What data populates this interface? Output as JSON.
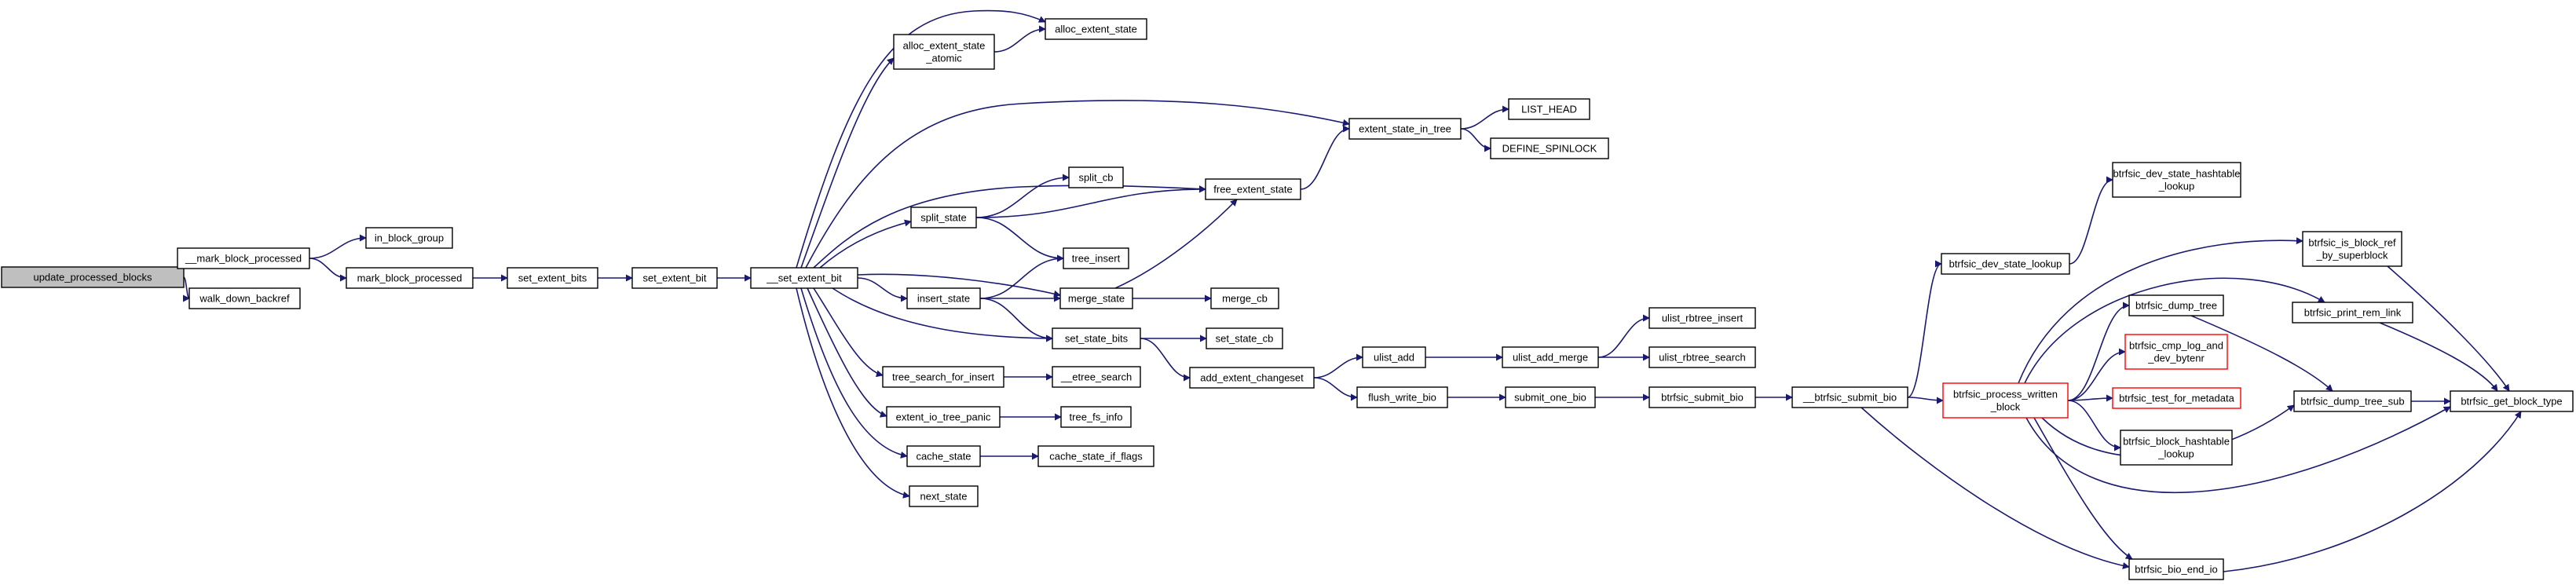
{
  "colors": {
    "edge": "#191970",
    "root_fill": "#bfbfbf",
    "red_border": "#ff0000"
  },
  "nodes": {
    "update_processed_blocks": {
      "lines": [
        "update_processed_blocks"
      ]
    },
    "__mark_block_processed": {
      "lines": [
        "__mark_block_processed"
      ]
    },
    "walk_down_backref": {
      "lines": [
        "walk_down_backref"
      ]
    },
    "in_block_group": {
      "lines": [
        "in_block_group"
      ]
    },
    "mark_block_processed": {
      "lines": [
        "mark_block_processed"
      ]
    },
    "set_extent_bits": {
      "lines": [
        "set_extent_bits"
      ]
    },
    "set_extent_bit": {
      "lines": [
        "set_extent_bit"
      ]
    },
    "__set_extent_bit": {
      "lines": [
        "__set_extent_bit"
      ]
    },
    "alloc_extent_state_atomic": {
      "lines": [
        "alloc_extent_state",
        "_atomic"
      ]
    },
    "alloc_extent_state": {
      "lines": [
        "alloc_extent_state"
      ]
    },
    "extent_state_in_tree": {
      "lines": [
        "extent_state_in_tree"
      ]
    },
    "LIST_HEAD": {
      "lines": [
        "LIST_HEAD"
      ]
    },
    "DEFINE_SPINLOCK": {
      "lines": [
        "DEFINE_SPINLOCK"
      ]
    },
    "split_cb": {
      "lines": [
        "split_cb"
      ]
    },
    "split_state": {
      "lines": [
        "split_state"
      ]
    },
    "free_extent_state": {
      "lines": [
        "free_extent_state"
      ]
    },
    "tree_insert": {
      "lines": [
        "tree_insert"
      ]
    },
    "insert_state": {
      "lines": [
        "insert_state"
      ]
    },
    "merge_state": {
      "lines": [
        "merge_state"
      ]
    },
    "merge_cb": {
      "lines": [
        "merge_cb"
      ]
    },
    "set_state_bits": {
      "lines": [
        "set_state_bits"
      ]
    },
    "set_state_cb": {
      "lines": [
        "set_state_cb"
      ]
    },
    "tree_search_for_insert": {
      "lines": [
        "tree_search_for_insert"
      ]
    },
    "__etree_search": {
      "lines": [
        "__etree_search"
      ]
    },
    "extent_io_tree_panic": {
      "lines": [
        "extent_io_tree_panic"
      ]
    },
    "tree_fs_info": {
      "lines": [
        "tree_fs_info"
      ]
    },
    "cache_state": {
      "lines": [
        "cache_state"
      ]
    },
    "cache_state_if_flags": {
      "lines": [
        "cache_state_if_flags"
      ]
    },
    "next_state": {
      "lines": [
        "next_state"
      ]
    },
    "add_extent_changeset": {
      "lines": [
        "add_extent_changeset"
      ]
    },
    "ulist_add": {
      "lines": [
        "ulist_add"
      ]
    },
    "ulist_add_merge": {
      "lines": [
        "ulist_add_merge"
      ]
    },
    "ulist_rbtree_insert": {
      "lines": [
        "ulist_rbtree_insert"
      ]
    },
    "ulist_rbtree_search": {
      "lines": [
        "ulist_rbtree_search"
      ]
    },
    "flush_write_bio": {
      "lines": [
        "flush_write_bio"
      ]
    },
    "submit_one_bio": {
      "lines": [
        "submit_one_bio"
      ]
    },
    "btrfsic_submit_bio": {
      "lines": [
        "btrfsic_submit_bio"
      ]
    },
    "__btrfsic_submit_bio": {
      "lines": [
        "__btrfsic_submit_bio"
      ]
    },
    "btrfsic_dev_state_lookup": {
      "lines": [
        "btrfsic_dev_state_lookup"
      ]
    },
    "btrfsic_dev_state_hashtable_lookup": {
      "lines": [
        "btrfsic_dev_state_hashtable",
        "_lookup"
      ]
    },
    "btrfsic_process_written_block": {
      "lines": [
        "btrfsic_process_written",
        "_block"
      ]
    },
    "btrfsic_is_block_ref_by_superblock": {
      "lines": [
        "btrfsic_is_block_ref",
        "_by_superblock"
      ]
    },
    "btrfsic_dump_tree": {
      "lines": [
        "btrfsic_dump_tree"
      ]
    },
    "btrfsic_print_rem_link": {
      "lines": [
        "btrfsic_print_rem_link"
      ]
    },
    "btrfsic_cmp_log_and_dev_bytenr": {
      "lines": [
        "btrfsic_cmp_log_and",
        "_dev_bytenr"
      ]
    },
    "btrfsic_test_for_metadata": {
      "lines": [
        "btrfsic_test_for_metadata"
      ]
    },
    "btrfsic_dump_tree_sub": {
      "lines": [
        "btrfsic_dump_tree_sub"
      ]
    },
    "btrfsic_get_block_type": {
      "lines": [
        "btrfsic_get_block_type"
      ]
    },
    "btrfsic_block_hashtable_lookup": {
      "lines": [
        "btrfsic_block_hashtable",
        "_lookup"
      ]
    },
    "btrfsic_bio_end_io": {
      "lines": [
        "btrfsic_bio_end_io"
      ]
    }
  },
  "edges": [
    [
      "update_processed_blocks",
      "__mark_block_processed"
    ],
    [
      "update_processed_blocks",
      "walk_down_backref"
    ],
    [
      "__mark_block_processed",
      "in_block_group"
    ],
    [
      "__mark_block_processed",
      "mark_block_processed"
    ],
    [
      "mark_block_processed",
      "set_extent_bits"
    ],
    [
      "set_extent_bits",
      "set_extent_bit"
    ],
    [
      "set_extent_bit",
      "__set_extent_bit"
    ],
    [
      "__set_extent_bit",
      "alloc_extent_state_atomic"
    ],
    [
      "__set_extent_bit",
      "alloc_extent_state"
    ],
    [
      "__set_extent_bit",
      "extent_state_in_tree"
    ],
    [
      "__set_extent_bit",
      "free_extent_state"
    ],
    [
      "__set_extent_bit",
      "split_state"
    ],
    [
      "__set_extent_bit",
      "insert_state"
    ],
    [
      "__set_extent_bit",
      "merge_state"
    ],
    [
      "__set_extent_bit",
      "set_state_bits"
    ],
    [
      "__set_extent_bit",
      "tree_search_for_insert"
    ],
    [
      "__set_extent_bit",
      "extent_io_tree_panic"
    ],
    [
      "__set_extent_bit",
      "cache_state"
    ],
    [
      "__set_extent_bit",
      "next_state"
    ],
    [
      "alloc_extent_state_atomic",
      "alloc_extent_state"
    ],
    [
      "extent_state_in_tree",
      "LIST_HEAD"
    ],
    [
      "extent_state_in_tree",
      "DEFINE_SPINLOCK"
    ],
    [
      "free_extent_state",
      "extent_state_in_tree"
    ],
    [
      "split_state",
      "split_cb"
    ],
    [
      "split_state",
      "free_extent_state"
    ],
    [
      "split_state",
      "tree_insert"
    ],
    [
      "insert_state",
      "tree_insert"
    ],
    [
      "insert_state",
      "merge_state"
    ],
    [
      "insert_state",
      "set_state_bits"
    ],
    [
      "merge_state",
      "free_extent_state"
    ],
    [
      "merge_state",
      "merge_cb"
    ],
    [
      "set_state_bits",
      "set_state_cb"
    ],
    [
      "set_state_bits",
      "add_extent_changeset"
    ],
    [
      "tree_search_for_insert",
      "__etree_search"
    ],
    [
      "extent_io_tree_panic",
      "tree_fs_info"
    ],
    [
      "cache_state",
      "cache_state_if_flags"
    ],
    [
      "add_extent_changeset",
      "ulist_add"
    ],
    [
      "add_extent_changeset",
      "flush_write_bio"
    ],
    [
      "ulist_add",
      "ulist_add_merge"
    ],
    [
      "ulist_add_merge",
      "ulist_rbtree_insert"
    ],
    [
      "ulist_add_merge",
      "ulist_rbtree_search"
    ],
    [
      "flush_write_bio",
      "submit_one_bio"
    ],
    [
      "submit_one_bio",
      "btrfsic_submit_bio"
    ],
    [
      "btrfsic_submit_bio",
      "__btrfsic_submit_bio"
    ],
    [
      "__btrfsic_submit_bio",
      "btrfsic_dev_state_lookup"
    ],
    [
      "__btrfsic_submit_bio",
      "btrfsic_process_written_block"
    ],
    [
      "__btrfsic_submit_bio",
      "btrfsic_bio_end_io"
    ],
    [
      "btrfsic_dev_state_lookup",
      "btrfsic_dev_state_hashtable_lookup"
    ],
    [
      "btrfsic_process_written_block",
      "btrfsic_is_block_ref_by_superblock"
    ],
    [
      "btrfsic_process_written_block",
      "btrfsic_dump_tree"
    ],
    [
      "btrfsic_process_written_block",
      "btrfsic_print_rem_link"
    ],
    [
      "btrfsic_process_written_block",
      "btrfsic_cmp_log_and_dev_bytenr"
    ],
    [
      "btrfsic_process_written_block",
      "btrfsic_test_for_metadata"
    ],
    [
      "btrfsic_process_written_block",
      "btrfsic_block_hashtable_lookup"
    ],
    [
      "btrfsic_process_written_block",
      "btrfsic_dump_tree_sub"
    ],
    [
      "btrfsic_process_written_block",
      "btrfsic_get_block_type"
    ],
    [
      "btrfsic_process_written_block",
      "btrfsic_bio_end_io"
    ],
    [
      "btrfsic_is_block_ref_by_superblock",
      "btrfsic_get_block_type"
    ],
    [
      "btrfsic_dump_tree",
      "btrfsic_dump_tree_sub"
    ],
    [
      "btrfsic_print_rem_link",
      "btrfsic_get_block_type"
    ],
    [
      "btrfsic_dump_tree_sub",
      "btrfsic_get_block_type"
    ],
    [
      "btrfsic_bio_end_io",
      "btrfsic_get_block_type"
    ]
  ]
}
